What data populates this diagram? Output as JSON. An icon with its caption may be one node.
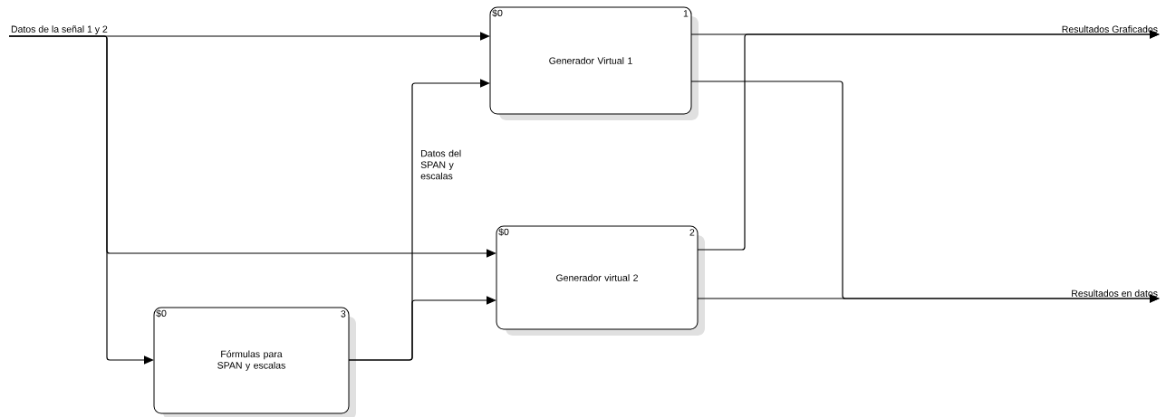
{
  "diagram": {
    "nodes": [
      {
        "text": [
          "Datos de la señal 1 y 2"
        ]
      },
      {
        "text": [
          "$0",
          "1",
          "Generador Virtual 1"
        ]
      },
      {
        "text": [
          "$0",
          "2",
          "Generador virtual 2"
        ]
      },
      {
        "text": [
          "$0",
          "3",
          "Fórmulas para SPAN y escalas"
        ]
      },
      {
        "text": [
          "Resultados Graficados"
        ]
      },
      {
        "text": [
          "Resultados en datos"
        ]
      }
    ],
    "edges": [
      {
        "from": 0,
        "to": 1,
        "arrow": "to"
      },
      {
        "from": 0,
        "to": 2,
        "arrow": "to"
      },
      {
        "from": 0,
        "to": 3,
        "arrow": "to"
      },
      {
        "from": 3,
        "to": 1,
        "arrow": "to",
        "label": "Datos del SPAN y escalas"
      },
      {
        "from": 3,
        "to": 2,
        "arrow": "to"
      },
      {
        "from": 1,
        "to": 4,
        "arrow": "to"
      },
      {
        "from": 2,
        "to": 4,
        "arrow": "to"
      },
      {
        "from": 1,
        "to": 5,
        "arrow": "to"
      },
      {
        "from": 2,
        "to": 5,
        "arrow": "to"
      }
    ]
  }
}
